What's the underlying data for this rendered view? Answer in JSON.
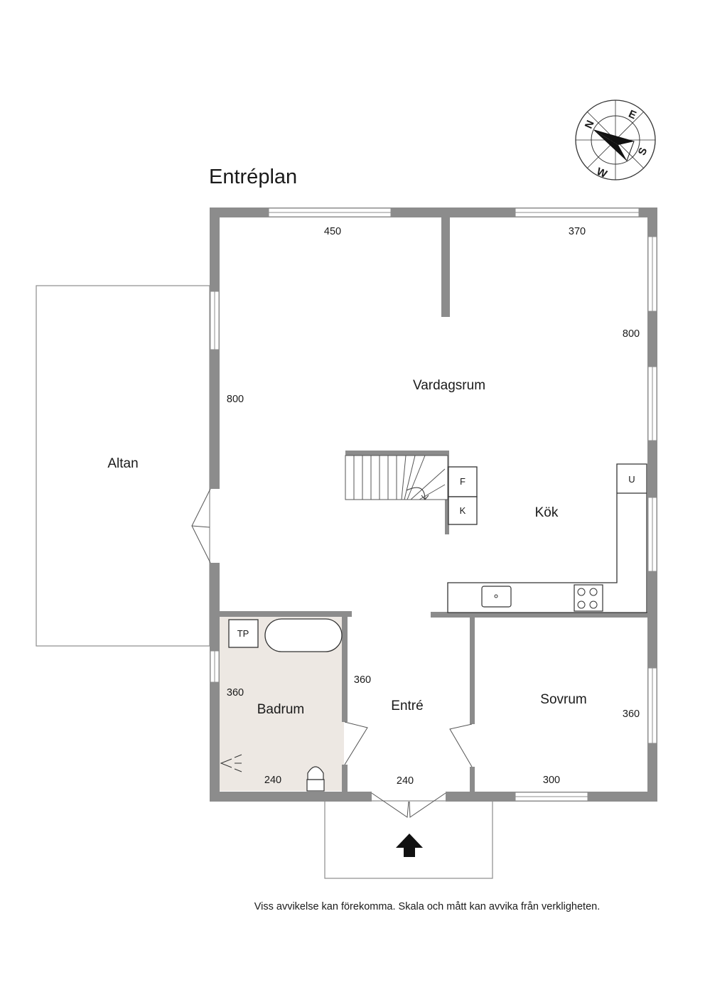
{
  "title": "Entréplan",
  "compass": {
    "n": "N",
    "e": "E",
    "s": "S",
    "w": "W"
  },
  "rooms": {
    "altan": "Altan",
    "vardagsrum": "Vardagsrum",
    "kok": "Kök",
    "badrum": "Badrum",
    "entre": "Entré",
    "sovrum": "Sovrum"
  },
  "fixtures": {
    "fridge": "F",
    "freezer": "K",
    "oven": "U",
    "washer": "TP"
  },
  "dimensions": {
    "top_left": "450",
    "top_right": "370",
    "right_upper": "800",
    "left_main": "800",
    "badrum_side": "360",
    "badrum_bottom": "240",
    "entre_side": "360",
    "entre_bottom": "240",
    "sovrum_side": "360",
    "sovrum_bottom": "300"
  },
  "disclaimer": "Viss avvikelse kan förekomma. Skala och mått kan avvika från verkligheten."
}
